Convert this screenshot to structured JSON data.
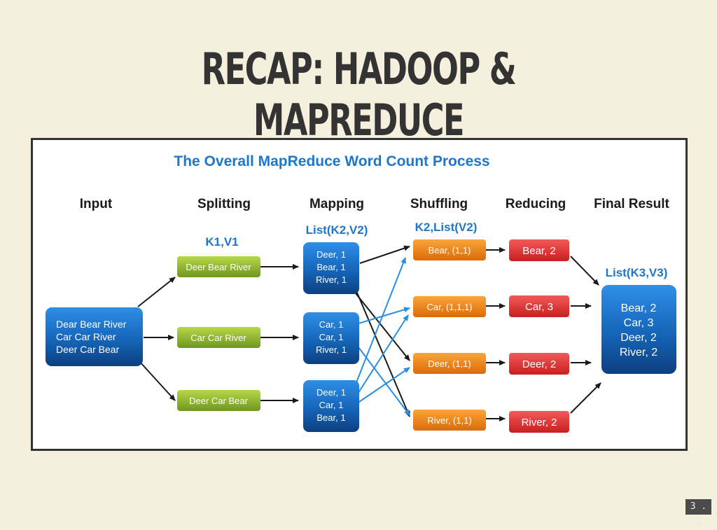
{
  "slide": {
    "title": "RECAP: HADOOP & MAPREDUCE",
    "number": "3 . 1"
  },
  "diagram": {
    "title": "The Overall MapReduce Word Count Process",
    "columns": [
      "Input",
      "Splitting",
      "Mapping",
      "Shuffling",
      "Reducing",
      "Final Result"
    ],
    "annotations": {
      "splitting": "K1,V1",
      "mapping": "List(K2,V2)",
      "shuffling": "K2,List(V2)",
      "final": "List(K3,V3)"
    },
    "input_lines": [
      "Dear Bear River",
      "Car Car River",
      "Deer Car Bear"
    ],
    "splits": [
      "Deer Bear River",
      "Car Car River",
      "Deer Car Bear"
    ],
    "maps": [
      [
        "Deer, 1",
        "Bear, 1",
        "River, 1"
      ],
      [
        "Car, 1",
        "Car, 1",
        "River, 1"
      ],
      [
        "Deer, 1",
        "Car, 1",
        "Bear, 1"
      ]
    ],
    "shuffles": [
      "Bear, (1,1)",
      "Car, (1,1,1)",
      "Deer, (1,1)",
      "River, (1,1)"
    ],
    "reduces": [
      "Bear, 2",
      "Car, 3",
      "Deer, 2",
      "River, 2"
    ],
    "final_lines": [
      "Bear, 2",
      "Car, 3",
      "Deer, 2",
      "River, 2"
    ],
    "colors": {
      "title_blue": "#1f77c9",
      "blue_box": "#1565b8",
      "green_box": "#8cb52c",
      "orange_box": "#ef7d10",
      "red_box": "#df3131",
      "arrow_black": "#1a1a1a",
      "arrow_blue": "#2a8fe0"
    }
  }
}
